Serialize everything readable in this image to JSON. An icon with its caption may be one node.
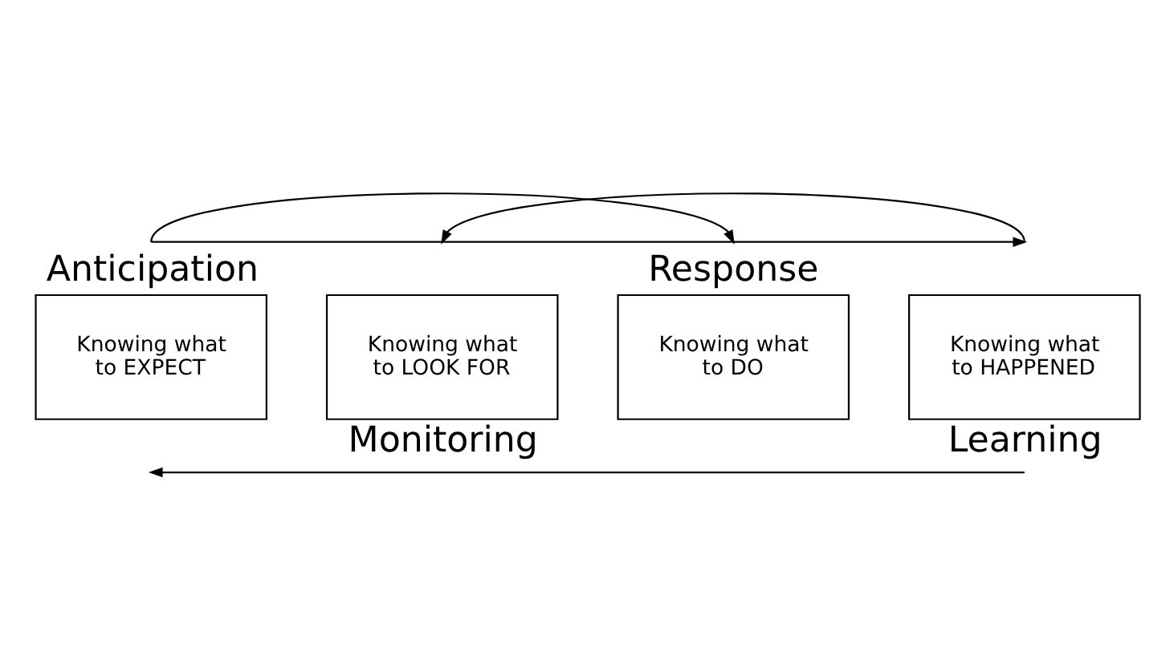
{
  "diagram": {
    "nodes": [
      {
        "text": [
          "Anticipation",
          "Knowing what to EXPECT"
        ]
      },
      {
        "text": [
          "Knowing what to LOOK FOR",
          "Monitoring"
        ]
      },
      {
        "text": [
          "Response",
          "Knowing what to DO"
        ]
      },
      {
        "text": [
          "Knowing what to HAPPENED",
          "Learning"
        ]
      }
    ],
    "edges": [
      {
        "from": 0,
        "to": 3,
        "arrow": "to"
      },
      {
        "from": 3,
        "to": 1,
        "arrow": "to"
      },
      {
        "from": 0,
        "to": 2,
        "arrow": "to"
      },
      {
        "from": 3,
        "to": 0,
        "arrow": "to"
      }
    ]
  }
}
